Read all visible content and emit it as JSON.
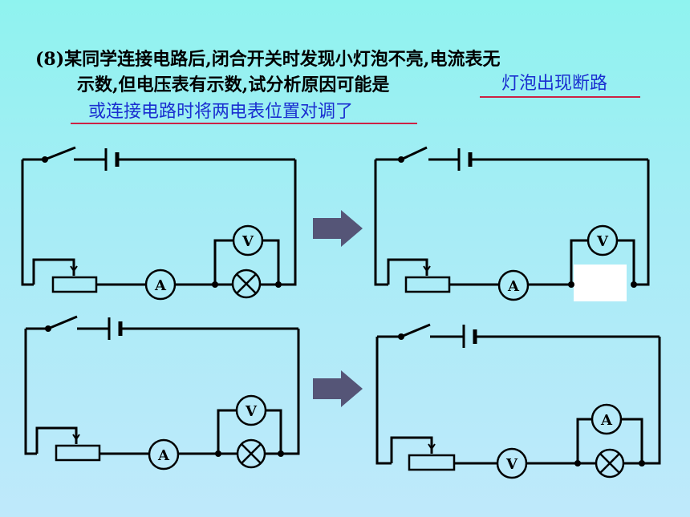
{
  "question": {
    "line1": "(8)某同学连接电路后,闭合开关时发现小灯泡不亮,电流表无",
    "line2": "示数,但电压表有示数,试分析原因可能是",
    "answer1": "灯泡出现断路",
    "answer2": "或连接电路时将两电表位置对调了"
  },
  "meters": {
    "voltmeter": "V",
    "ammeter": "A"
  },
  "colors": {
    "answer_text": "#1a2fd0",
    "underline": "#cc2244",
    "arrow": "#555577"
  }
}
